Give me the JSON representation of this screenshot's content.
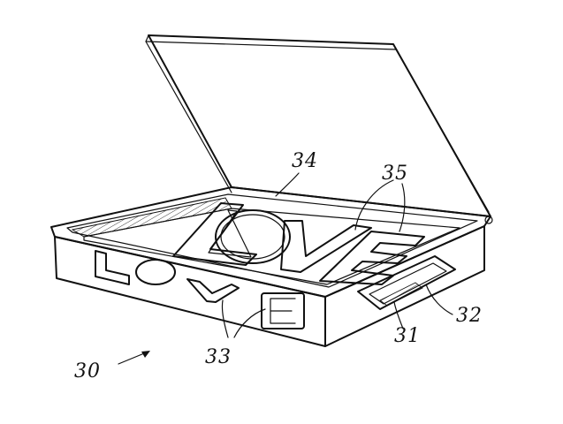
{
  "figure": {
    "reference_numerals": {
      "device": "30",
      "part_31": "31",
      "part_32": "32",
      "cutouts": "33",
      "insert": "34",
      "letter_openings": "35"
    },
    "word_on_insert": [
      "L",
      "O",
      "V",
      "E"
    ],
    "word_on_side": [
      "L",
      "O",
      "V",
      "E"
    ]
  }
}
